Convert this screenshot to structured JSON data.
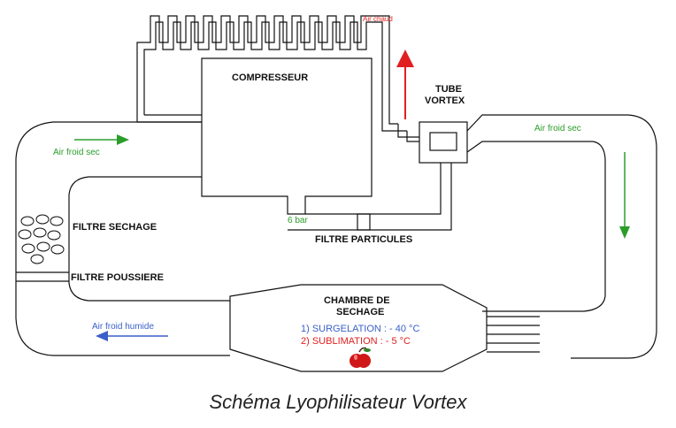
{
  "labels": {
    "compresseur": "COMPRESSEUR",
    "tube_line1": "TUBE",
    "tube_line2": "VORTEX",
    "air_chaud": "Air chaud",
    "air_froid_sec_left": "Air froid sec",
    "air_froid_sec_right": "Air froid sec",
    "six_bar": "6 bar",
    "filtre_particules": "FILTRE PARTICULES",
    "filtre_sechage": "FILTRE SECHAGE",
    "filtre_poussiere": "FILTRE POUSSIERE",
    "chambre_line1": "CHAMBRE DE",
    "chambre_line2": "SECHAGE",
    "surgelation": "1) SURGELATION : - 40 °C",
    "sublimation": "2) SUBLIMATION : - 5 °C",
    "air_froid_humide": "Air froid humide"
  },
  "caption": "Schéma Lyophilisateur Vortex",
  "colors": {
    "hot_air": "#e02020",
    "dry_air": "#2a9d2a",
    "humid_air": "#3a5fc8",
    "apple": "#d01818"
  },
  "icons": {
    "apple": "apple-icon"
  }
}
